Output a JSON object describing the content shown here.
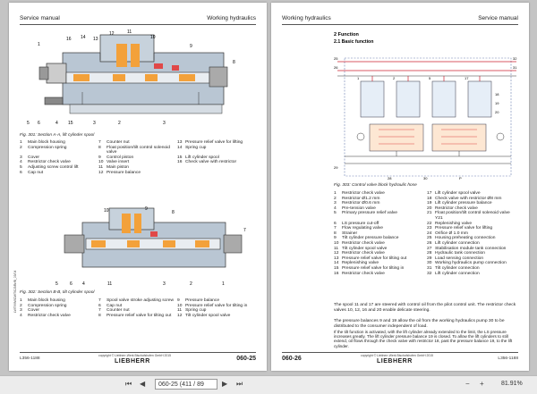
{
  "left": {
    "header_left": "Service manual",
    "header_right": "Working hydraulics",
    "fig1_caption": "Fig. 301: Section A-A, lift cylinder spool",
    "fig1_legend": [
      [
        "1",
        "Main block housing"
      ],
      [
        "7",
        "Counter nut"
      ],
      [
        "13",
        "Pressure relief valve for lifting"
      ],
      [
        "2",
        "Compression spring"
      ],
      [
        "8",
        "Float position/tilt control solenoid valve"
      ],
      [
        "14",
        "Spring cup"
      ],
      [
        "3",
        "Cover"
      ],
      [
        "9",
        "Control piston"
      ],
      [
        "15",
        "Lift cylinder spool"
      ],
      [
        "4",
        "Restrictor check valve"
      ],
      [
        "10",
        "Valve insert"
      ],
      [
        "16",
        "Check valve with restrictor"
      ],
      [
        "5",
        "Adjusting screw control lift"
      ],
      [
        "11",
        "Main piston"
      ],
      [
        "",
        ""
      ],
      [
        "6",
        "Cap nut"
      ],
      [
        "12",
        "Pressure balance"
      ],
      [
        "",
        ""
      ]
    ],
    "fig2_caption": "Fig. 302: Section B-B, tilt cylinder spool",
    "fig2_legend": [
      [
        "1",
        "Main block housing"
      ],
      [
        "7",
        "Spool valve stroke adjusting screw"
      ],
      [
        "9",
        "Pressure balance"
      ],
      [
        "2",
        "Compression spring"
      ],
      [
        "6",
        "Cap nut"
      ],
      [
        "10",
        "Pressure relief valve for tilting in"
      ],
      [
        "3",
        "Cover"
      ],
      [
        "7",
        "Counter nut"
      ],
      [
        "11",
        "Spring cup"
      ],
      [
        "4",
        "Restrictor check valve"
      ],
      [
        "8",
        "Pressure relief valve for tilting out"
      ],
      [
        "12",
        "Tilt cylinder spool valve"
      ]
    ],
    "side_text": "LWT/V/M/CM/T/C/2/Br/B_03/04",
    "footer_left": "L356-1188",
    "copyright": "copyright © Liebherr-Werk Bischofshofen GmbH 2015",
    "logo": "LIEBHERR",
    "page_number": "060-25"
  },
  "right": {
    "header_left": "Working hydraulics",
    "header_right": "Service manual",
    "section": "2 Function",
    "subsection": "2.1 Basic function",
    "diagram_caption": "Fig. 303: Control valve block hydraulic hose",
    "legend": [
      [
        "1",
        "Restrictor check valve"
      ],
      [
        "17",
        "Lift cylinder spool valve"
      ],
      [
        "2",
        "Restrictor Ø1.2 mm"
      ],
      [
        "18",
        "Check valve with restrictor Ø8 mm"
      ],
      [
        "3",
        "Restrictor Ø0.6 mm"
      ],
      [
        "19",
        "Lift cylinder pressure balance"
      ],
      [
        "4",
        "Pre-tension valve"
      ],
      [
        "20",
        "Restrictor check valve"
      ],
      [
        "5",
        "Primary pressure relief valve"
      ],
      [
        "21",
        "Float position/tilt control solenoid valve Y21"
      ],
      [
        "6",
        "LS pressure cut-off"
      ],
      [
        "22",
        "Replenishing valve"
      ],
      [
        "7",
        "Flow regulating valve"
      ],
      [
        "23",
        "Pressure relief valve for lifting"
      ],
      [
        "8",
        "Strainer"
      ],
      [
        "24",
        "Orifice Ø 1.0 mm"
      ],
      [
        "9",
        "Tilt cylinder pressure balance"
      ],
      [
        "25",
        "Housing preheating connection"
      ],
      [
        "10",
        "Restrictor check valve"
      ],
      [
        "26",
        "Lift cylinder connection"
      ],
      [
        "11",
        "Tilt cylinder spool valve"
      ],
      [
        "27",
        "Stabilisation module tank connection"
      ],
      [
        "12",
        "Restrictor check valve"
      ],
      [
        "28",
        "Hydraulic tank connection"
      ],
      [
        "13",
        "Pressure relief valve for tilting out"
      ],
      [
        "29",
        "Load sensing connection"
      ],
      [
        "14",
        "Replenishing valve"
      ],
      [
        "30",
        "Working hydraulics pump connection"
      ],
      [
        "15",
        "Pressure relief valve for tilting in"
      ],
      [
        "31",
        "Tilt cylinder connection"
      ],
      [
        "16",
        "Restrictor check valve"
      ],
      [
        "32",
        "Lift cylinder connection"
      ]
    ],
    "para1": "The spool 11 and 17 are steered with control oil from the pilot control unit. The restrictor check valves 10, 12, 16 and 20 enable delicate steering.",
    "para2": "The pressure balances 9 and 19 allow the oil from the working hydraulics pump 30 to be distributed to the consumer independent of load.",
    "para3": "If the tilt function is activated, with the lift cylinder already extended to the limit, the LS pressure increases greatly. The lift cylinder pressure balance 19 is closed. To allow the lift cylinders to still extend, oil flows through the check valve with restrictor 18, past the pressure balance 19, to the lift cylinder.",
    "footer_right": "L356-1188",
    "copyright": "copyright © Liebherr-Werk Bischofshofen GmbH 2015",
    "logo": "LIEBHERR",
    "page_number": "060-26"
  },
  "viewer": {
    "page_field": "060-25 (411 / 89",
    "zoom": "81.91%"
  }
}
